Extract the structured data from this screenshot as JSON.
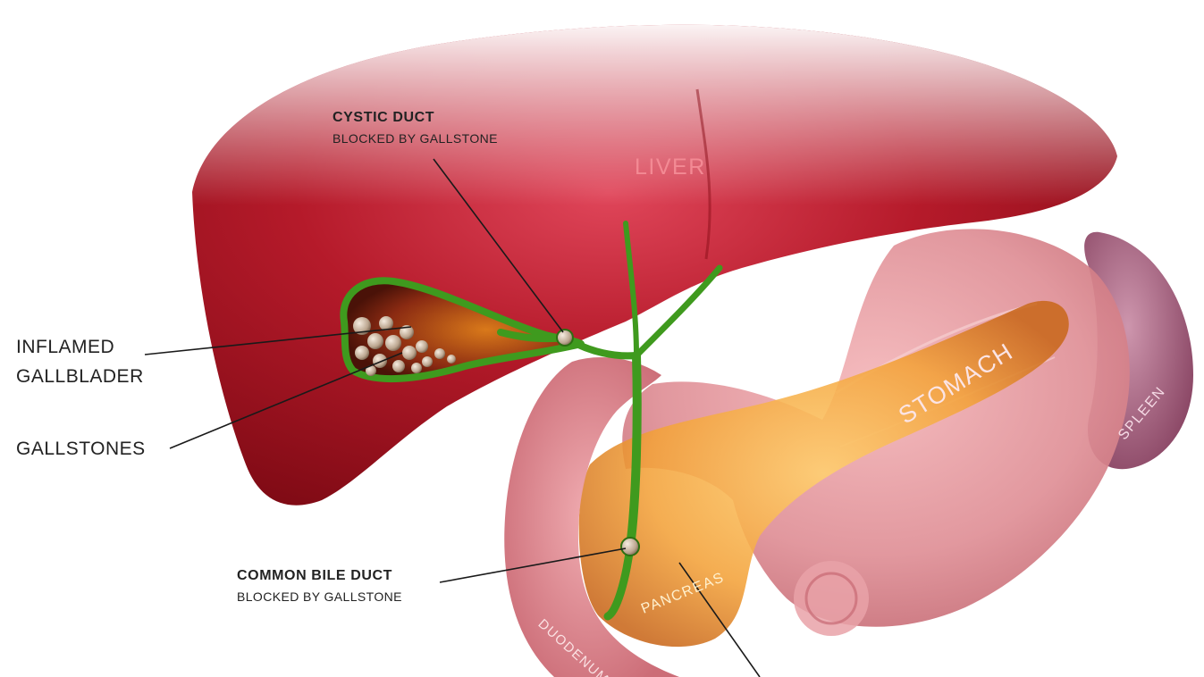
{
  "labels": {
    "cystic_duct": {
      "title": "CYSTIC DUCT",
      "subtitle": "BLOCKED BY GALLSTONE"
    },
    "common_bile_duct": {
      "title": "COMMON BILE DUCT",
      "subtitle": "BLOCKED BY GALLSTONE"
    },
    "inflamed_gallbladder": {
      "line1": "INFLAMED",
      "line2": "GALLBLADER"
    },
    "gallstones": "GALLSTONES"
  },
  "organs": {
    "liver": "LIVER",
    "stomach": "STOMACH",
    "spleen": "SPLEEN",
    "pancreas": "PANCREAS",
    "duodenum": "DUODENUM"
  },
  "colors": {
    "liver": "#a3101c",
    "stomach": "#d9878e",
    "pancreas": "#e8952a",
    "bile_duct": "#3f9a1e",
    "gallstone": "#d8c7b5",
    "spleen": "#8a3a5c",
    "leader_line": "#1a1a1a"
  }
}
